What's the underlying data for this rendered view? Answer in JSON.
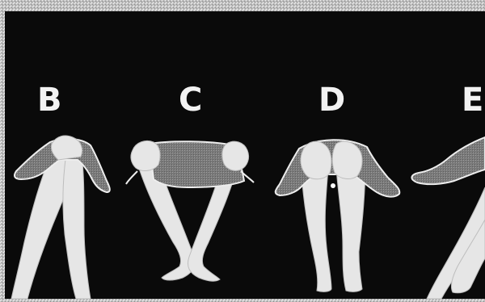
{
  "figure": {
    "panels": [
      {
        "id": "B",
        "label": "B"
      },
      {
        "id": "C",
        "label": "C"
      },
      {
        "id": "D",
        "label": "D"
      },
      {
        "id": "E",
        "label": "E"
      }
    ]
  },
  "colors": {
    "background": "#0a0a0a",
    "frame_texture": "#cfcfcf",
    "limb_fill": "#e6e6e6",
    "limb_outline": "#bdbdbd",
    "drape_fill": "#7f7f7f",
    "drape_edge": "#ededed",
    "label": "#f2f2f2"
  }
}
